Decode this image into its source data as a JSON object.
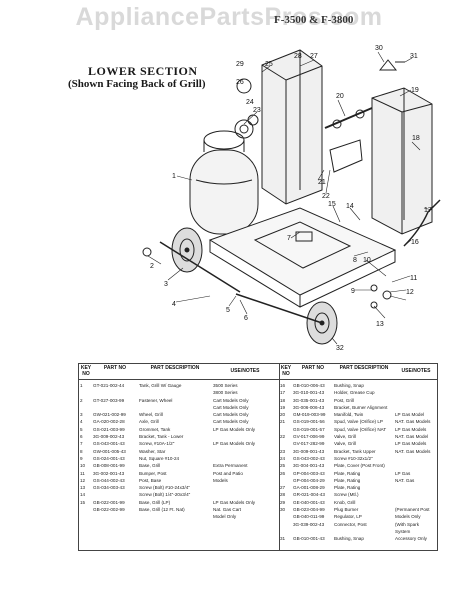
{
  "watermark": "AppliancePartsPros.com",
  "model": "F-3500 & F-3800",
  "section": {
    "title": "LOWER SECTION",
    "subtitle": "(Shown Facing Back of Grill)"
  },
  "callouts": [
    "1",
    "2",
    "3",
    "4",
    "5",
    "6",
    "7",
    "8",
    "9",
    "10",
    "11",
    "12",
    "13",
    "14",
    "15",
    "16",
    "17",
    "18",
    "19",
    "20",
    "21",
    "22",
    "23",
    "24",
    "25",
    "26",
    "27",
    "28",
    "29",
    "30",
    "31",
    "32"
  ],
  "table": {
    "headers": {
      "key_no": "KEY NO",
      "part_no": "PART NO",
      "description": "PART DESCRIPTION",
      "use_notes": "USE/NOTES"
    },
    "left_rows": [
      [
        "1",
        "GT-021-002-44",
        "Tank, Grill W/ Gauge",
        "3500 Series"
      ],
      [
        "",
        "",
        "",
        "3800 Series"
      ],
      [
        "2",
        "GT-027-003-99",
        "Fastener, Wheel",
        "Cart Models Only"
      ],
      [
        "",
        "",
        "",
        "Cart Models Only"
      ],
      [
        "3",
        "GW-021-002-99",
        "Wheel, Grill",
        "Cart Models Only"
      ],
      [
        "4",
        "GA-020-002-28",
        "Axle, Grill",
        "Cart Models Only"
      ],
      [
        "5",
        "GS-021-003-99",
        "Grommet, Tank",
        "LP Gas Models Only"
      ],
      [
        "6",
        "3G-009-002-43",
        "Bracket, Tank - Lower",
        ""
      ],
      [
        "7",
        "GS-043-001-43",
        "Screw, #10A-1/2\"",
        "LP Gas Models Only"
      ],
      [
        "8",
        "GW-001-005-43",
        "Washer, Star",
        ""
      ],
      [
        "9",
        "GS-024-001-43",
        "Nut, Square #10-24",
        ""
      ],
      [
        "10",
        "GB-008-001-99",
        "Base, Grill",
        "Extra Permanent"
      ],
      [
        "11",
        "3G-002-001-43",
        "Bumper, Post",
        "Post and Patio"
      ],
      [
        "12",
        "GS-044-002-43",
        "Post, Base",
        "Models"
      ],
      [
        "13",
        "GS-034-003-43",
        "Screw (Bolt) #10-24x3/4\"",
        ""
      ],
      [
        "14",
        "",
        "Screw (Bolt) 1/4\"-20x3/4\"",
        ""
      ],
      [
        "15",
        "GB-022-001-99",
        "Base, Grill (LP)",
        "LP Gas Models Only"
      ],
      [
        "",
        "GB-022-002-99",
        "Base, Grill (12 Ft. Nat)",
        "Nat. Gas Cart"
      ],
      [
        "",
        "",
        "",
        "Model Only"
      ]
    ],
    "right_rows": [
      [
        "16",
        "GB-010-006-43",
        "Bushing, Snap",
        ""
      ],
      [
        "17",
        "3G-010-001-43",
        "Holder, Grease Cup",
        ""
      ],
      [
        "18",
        "3G-035-001-43",
        "Post, Grill",
        ""
      ],
      [
        "19",
        "3G-006-006-43",
        "Bracket, Burner Alignment",
        ""
      ],
      [
        "20",
        "GM-019-003-99",
        "Manifold, Twin",
        "LP Gas Model"
      ],
      [
        "21",
        "GS-019-001-56",
        "Spud, Valve (Orifice) LP",
        "NAT. Gas Models"
      ],
      [
        "",
        "GS-019-001-57",
        "Spud, Valve (Orifice) NAT",
        "LP Gas Models"
      ],
      [
        "22",
        "GV-017-006-99",
        "Valve, Grill",
        "NAT. Gas Model"
      ],
      [
        "",
        "GV-017-282-99",
        "Valve, Grill",
        "LP Gas Models"
      ],
      [
        "23",
        "3G-009-001-43",
        "Bracket, Tank Upper",
        "NAT. Gas Models"
      ],
      [
        "24",
        "GS-043-002-43",
        "Screw #10-32x1/2\"",
        ""
      ],
      [
        "25",
        "3G-004-001-43",
        "Plate, Cover (Post Front)",
        ""
      ],
      [
        "26",
        "GP-004-003-43",
        "Plate, Rating",
        "LP Gas"
      ],
      [
        "",
        "GP-004-004-29",
        "Plate, Rating",
        "NAT. Gas"
      ],
      [
        "27",
        "GA-001-008-29",
        "Plate, Rating",
        ""
      ],
      [
        "28",
        "GR-021-004-43",
        "Screw (Mtl.)",
        ""
      ],
      [
        "29",
        "GE-040-001-43",
        "Knob, Grill",
        ""
      ],
      [
        "30",
        "GB-023-004-99",
        "Plug Burner",
        "(Permanent Post"
      ],
      [
        "",
        "GB-040-011-99",
        "Regulator, LP",
        "Models Only"
      ],
      [
        "",
        "3G-039-002-43",
        "Connector, Post",
        "(With Spark"
      ],
      [
        "",
        "",
        "",
        "System"
      ],
      [
        "31",
        "GB-010-001-43",
        "Bushing, Snap",
        "Accessory Only"
      ]
    ]
  }
}
